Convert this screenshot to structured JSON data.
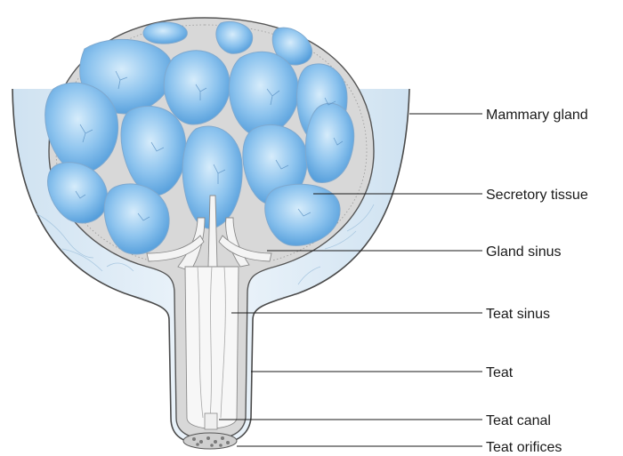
{
  "labels": {
    "mammary_gland": "Mammary gland",
    "secretory_tissue": "Secretory tissue",
    "gland_sinus": "Gland sinus",
    "teat_sinus": "Teat sinus",
    "teat": "Teat",
    "teat_canal": "Teat canal",
    "teat_orifices": "Teat orifices"
  },
  "colors": {
    "outer_tissue": "#dbe9f4",
    "gland_fill": "#d6d6d6",
    "alveoli_light": "#cfe6f8",
    "alveoli_dark": "#5fa8e3",
    "duct": "#f3f3f3",
    "outline": "#5a5a5a"
  }
}
